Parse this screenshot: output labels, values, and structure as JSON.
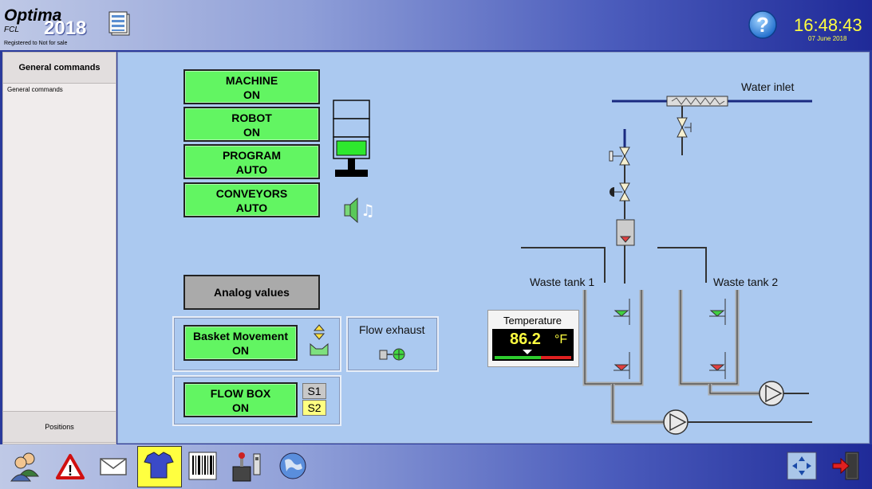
{
  "header": {
    "logo_name": "Optima",
    "logo_sub": "FCL",
    "logo_year": "2018",
    "registration": "Registered to Not for sale",
    "time": "16:48:43",
    "date": "07 June 2018"
  },
  "sidebar": {
    "tab_label": "General commands",
    "items": [
      "General commands"
    ],
    "bottom_tab": "Positions"
  },
  "controls": {
    "machine": {
      "line1": "MACHINE",
      "line2": "ON"
    },
    "robot": {
      "line1": "ROBOT",
      "line2": "ON"
    },
    "program": {
      "line1": "PROGRAM",
      "line2": "AUTO"
    },
    "conveyors": {
      "line1": "CONVEYORS",
      "line2": "AUTO"
    },
    "analog_values": "Analog values",
    "basket": {
      "line1": "Basket Movement",
      "line2": "ON"
    },
    "flow_exhaust": "Flow exhaust",
    "flow_box": {
      "line1": "FLOW BOX",
      "line2": "ON"
    },
    "s1": "S1",
    "s2": "S2"
  },
  "diagram": {
    "water_inlet": "Water inlet",
    "waste_tank_1": "Waste tank 1",
    "waste_tank_2": "Waste tank 2",
    "temperature_label": "Temperature",
    "temperature_value": "86.2",
    "temperature_unit": "°F"
  },
  "colors": {
    "button_green": "#62f562",
    "s2_active": "#ffff80",
    "clock_yellow": "#ffff40",
    "panel_blue": "#abc9f0"
  },
  "icons": [
    "help-icon",
    "list-icon",
    "operator-icon",
    "alarm-icon",
    "message-icon",
    "clothing-icon",
    "barcode-icon",
    "robot-control-icon",
    "globe-icon",
    "network-icon",
    "exit-icon",
    "speaker-icon",
    "basket-movement-icon",
    "flow-exhaust-icon"
  ]
}
